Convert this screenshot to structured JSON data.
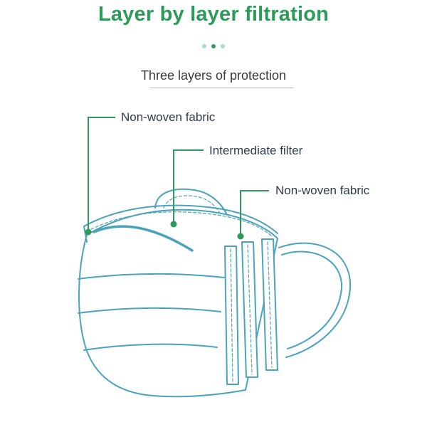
{
  "title": "Layer by layer filtration",
  "carousel": {
    "active_index": 1,
    "count": 3
  },
  "subtitle": "Three layers of protection",
  "labels": [
    "Non-woven fabric",
    "Intermediate filter",
    "Non-woven fabric"
  ],
  "colors": {
    "accent_green": "#2e9a5a",
    "mask_outline": "#4aa3bc",
    "text_dark": "#2f3b4a"
  }
}
